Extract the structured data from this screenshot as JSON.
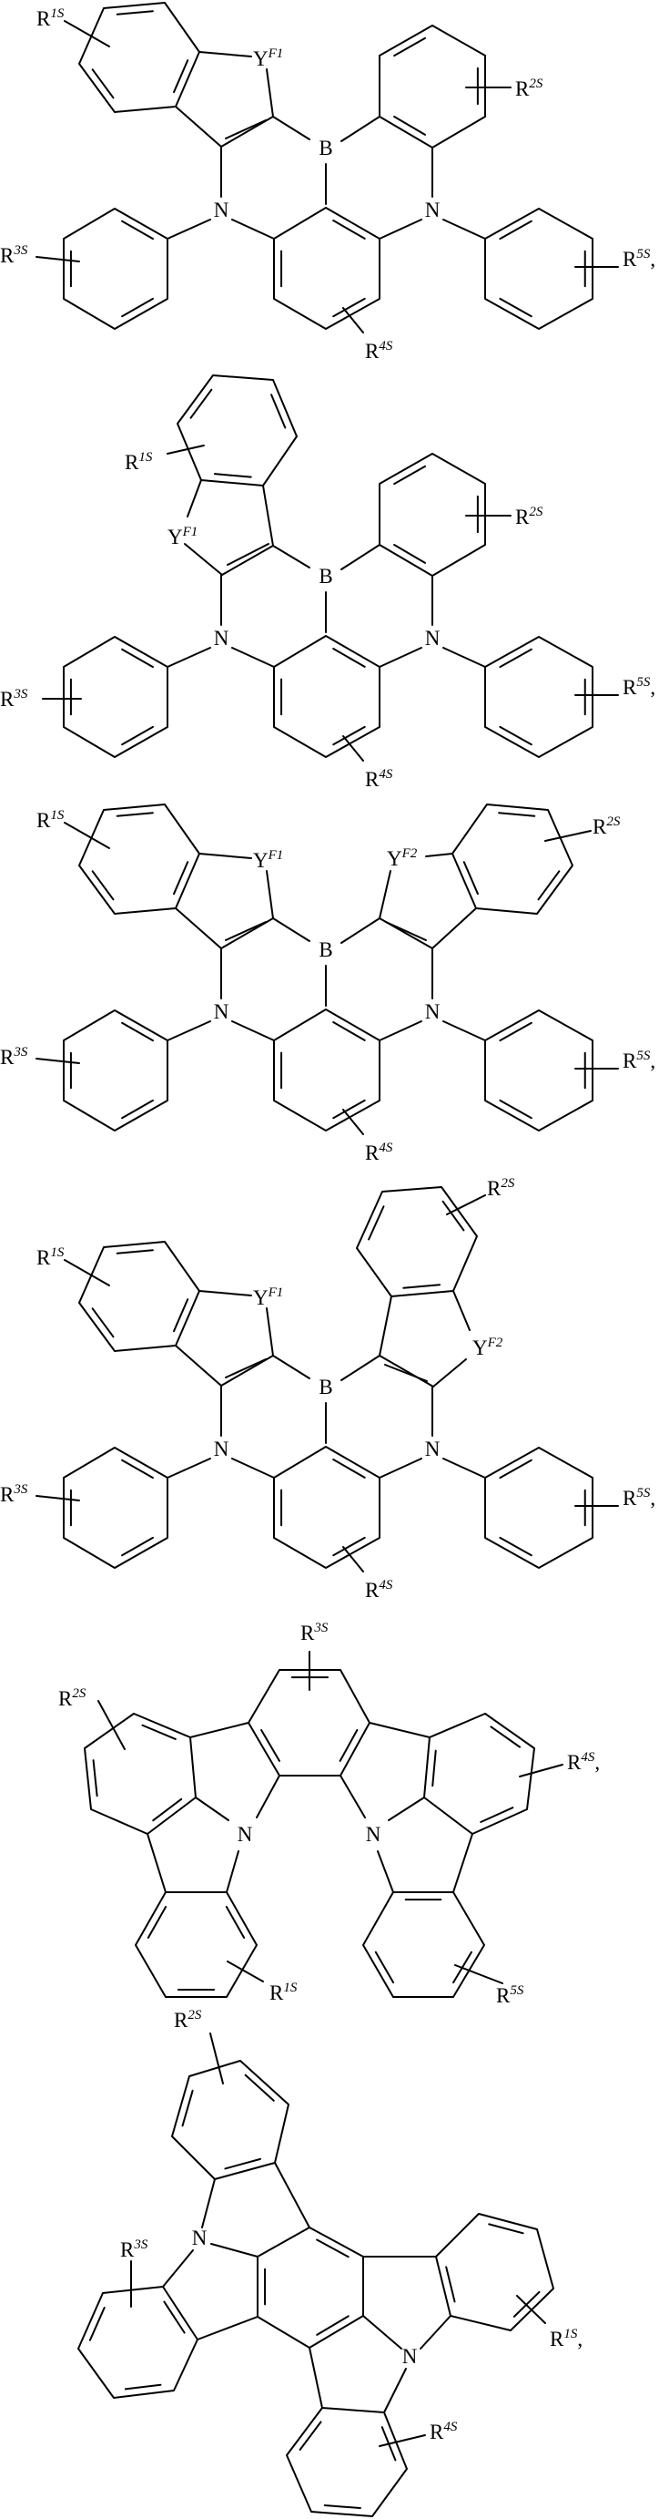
{
  "colors": {
    "ink": "#000000",
    "background": "#ffffff"
  },
  "structures": [
    {
      "labels": [
        {
          "base": "R",
          "sup": "1S"
        },
        {
          "base": "Y",
          "sup": "F1"
        },
        {
          "base": "R",
          "sup": "2S"
        },
        {
          "base": "B"
        },
        {
          "base": "N"
        },
        {
          "base": "N"
        },
        {
          "base": "R",
          "sup": "3S"
        },
        {
          "base": "R",
          "sup": "4S"
        },
        {
          "base": "R",
          "sup": "5S",
          "suffix": ","
        }
      ]
    },
    {
      "labels": [
        {
          "base": "R",
          "sup": "1S"
        },
        {
          "base": "Y",
          "sup": "F1"
        },
        {
          "base": "R",
          "sup": "2S"
        },
        {
          "base": "B"
        },
        {
          "base": "N"
        },
        {
          "base": "N"
        },
        {
          "base": "R",
          "sup": "3S"
        },
        {
          "base": "R",
          "sup": "4S"
        },
        {
          "base": "R",
          "sup": "5S",
          "suffix": ","
        }
      ]
    },
    {
      "labels": [
        {
          "base": "R",
          "sup": "1S"
        },
        {
          "base": "Y",
          "sup": "F1"
        },
        {
          "base": "Y",
          "sup": "F2"
        },
        {
          "base": "R",
          "sup": "2S"
        },
        {
          "base": "B"
        },
        {
          "base": "N"
        },
        {
          "base": "N"
        },
        {
          "base": "R",
          "sup": "3S"
        },
        {
          "base": "R",
          "sup": "4S"
        },
        {
          "base": "R",
          "sup": "5S",
          "suffix": ","
        }
      ]
    },
    {
      "labels": [
        {
          "base": "R",
          "sup": "1S"
        },
        {
          "base": "Y",
          "sup": "F1"
        },
        {
          "base": "R",
          "sup": "2S"
        },
        {
          "base": "Y",
          "sup": "F2"
        },
        {
          "base": "B"
        },
        {
          "base": "N"
        },
        {
          "base": "N"
        },
        {
          "base": "R",
          "sup": "3S"
        },
        {
          "base": "R",
          "sup": "4S"
        },
        {
          "base": "R",
          "sup": "5S",
          "suffix": ","
        }
      ]
    },
    {
      "labels": [
        {
          "base": "R",
          "sup": "3S"
        },
        {
          "base": "R",
          "sup": "2S"
        },
        {
          "base": "N"
        },
        {
          "base": "N"
        },
        {
          "base": "R",
          "sup": "4S",
          "suffix": ","
        },
        {
          "base": "R",
          "sup": "1S"
        },
        {
          "base": "R",
          "sup": "5S"
        }
      ]
    },
    {
      "labels": [
        {
          "base": "R",
          "sup": "2S"
        },
        {
          "base": "N"
        },
        {
          "base": "R",
          "sup": "3S"
        },
        {
          "base": "N"
        },
        {
          "base": "R",
          "sup": "1S",
          "suffix": ","
        },
        {
          "base": "R",
          "sup": "4S"
        }
      ]
    }
  ]
}
